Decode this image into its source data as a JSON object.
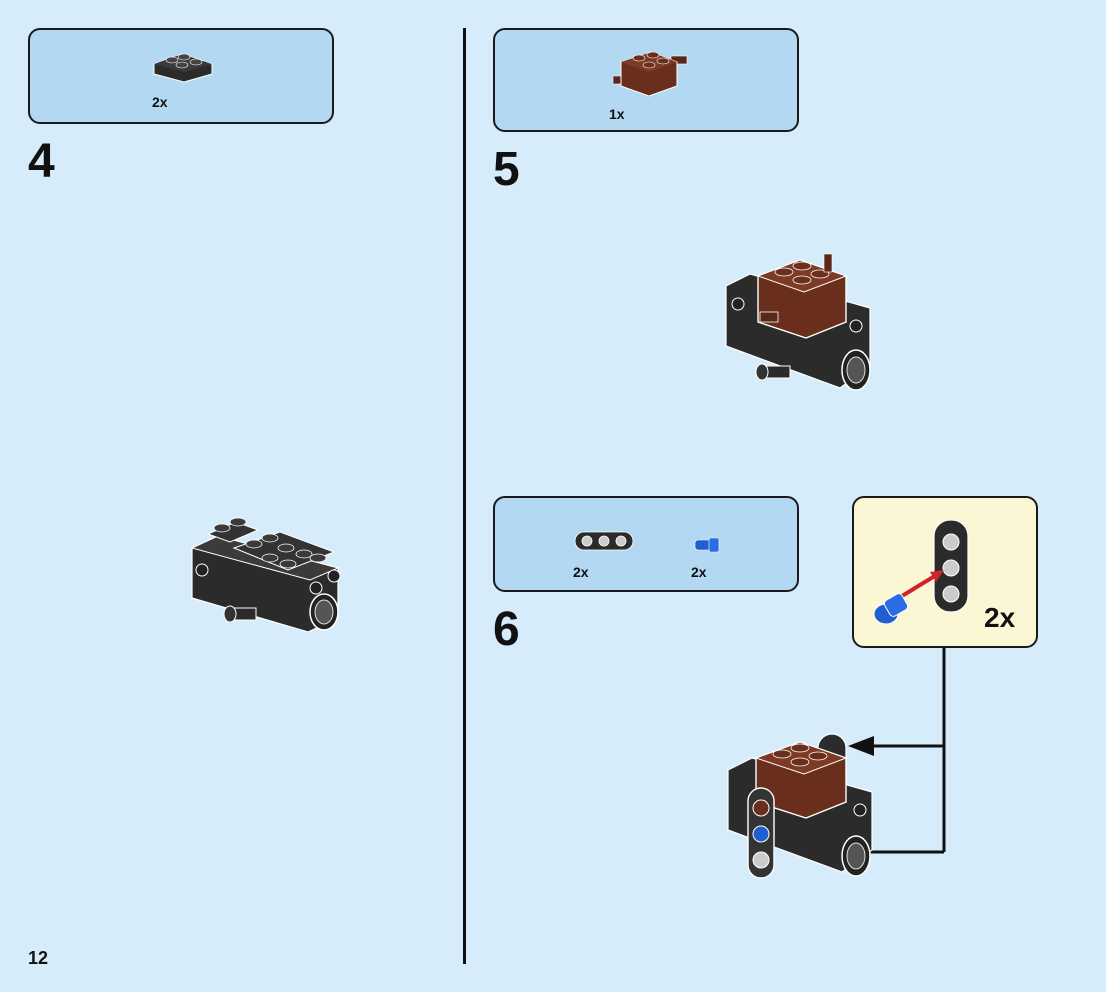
{
  "steps": {
    "step4": {
      "number": "4",
      "parts": [
        {
          "name": "black-plate-part",
          "qty": "2x"
        }
      ]
    },
    "step5": {
      "number": "5",
      "parts": [
        {
          "name": "brown-brick-part",
          "qty": "1x"
        }
      ]
    },
    "step6": {
      "number": "6",
      "parts": [
        {
          "name": "black-liftarm-part",
          "qty": "2x"
        },
        {
          "name": "blue-pin-part",
          "qty": "2x"
        }
      ],
      "callout": {
        "qty": "2x"
      }
    }
  },
  "page": {
    "number": "12"
  },
  "colors": {
    "page_bg": "#d6ecfb",
    "parts_box_bg": "#b3d8f2",
    "callout_bg": "#fbf6d4",
    "brick_black": "#2b2b2b",
    "brick_brown": "#6a2f1c",
    "pin_blue": "#1f5fd1",
    "arrow_red": "#d0242b"
  }
}
